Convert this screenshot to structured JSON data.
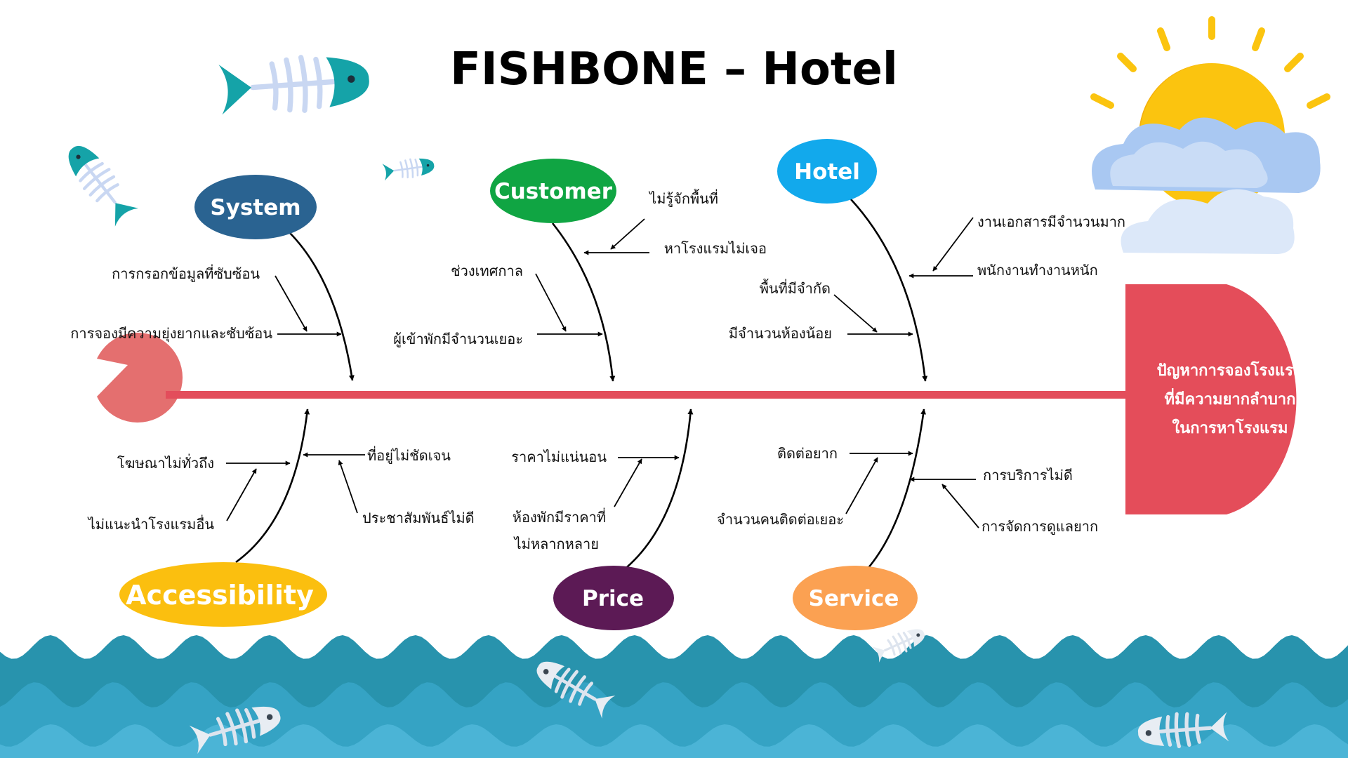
{
  "title": "FISHBONE – Hotel",
  "effect": {
    "lines": [
      "ปัญหาการจองโรงแรม",
      "ที่มีความยากลำบาก",
      "ในการหาโรงแรม"
    ],
    "color": "#e44d5a"
  },
  "spine_color": "#e34d5b",
  "head_color": "#e46f6f",
  "categories": {
    "system": {
      "label": "System",
      "color": "#2a6391"
    },
    "customer": {
      "label": "Customer",
      "color": "#10a543"
    },
    "hotel": {
      "label": "Hotel",
      "color": "#12a9ec"
    },
    "accessibility": {
      "label": "Accessibility",
      "color": "#fbbf0f"
    },
    "price": {
      "label": "Price",
      "color": "#5c1a55"
    },
    "service": {
      "label": "Service",
      "color": "#fba152"
    }
  },
  "causes": {
    "system": [
      "การกรอกข้อมูลที่ซับซ้อน",
      "การจองมีความยุ่งยากและซับซ้อน"
    ],
    "customer": [
      "ไม่รู้จักพื้นที่",
      "หาโรงแรมไม่เจอ",
      "ช่วงเทศกาล",
      "ผู้เข้าพักมีจำนวนเยอะ"
    ],
    "hotel": [
      "งานเอกสารมีจำนวนมาก",
      "พนักงานทำงานหนัก",
      "พื้นที่มีจำกัด",
      "มีจำนวนห้องน้อย"
    ],
    "accessibility": [
      "โฆษณาไม่ทั่วถึง",
      "ไม่แนะนำโรงแรมอื่น",
      "ที่อยู่ไม่ชัดเจน",
      "ประชาสัมพันธ์ไม่ดี"
    ],
    "price": [
      "ราคาไม่แน่นอน",
      "ห้องพักมีราคาที่",
      "ไม่หลากหลาย"
    ],
    "service": [
      "ติดต่อยาก",
      "จำนวนคนติดต่อเยอะ",
      "การบริการไม่ดี",
      "การจัดการดูแลยาก"
    ]
  },
  "decor": {
    "icons": [
      "fish-skeleton-icon",
      "sun-icon",
      "cloud-icon",
      "waves-icon"
    ],
    "fish_colors": [
      "#15a3a8",
      "#c9d7f2"
    ],
    "sun_color": "#fbc40f",
    "cloud_colors": [
      "#a9c8f2",
      "#c9dcf6",
      "#dce8f9"
    ],
    "wave_colors": [
      "#2893ad",
      "#35a3c4",
      "#4bb4d6"
    ]
  }
}
